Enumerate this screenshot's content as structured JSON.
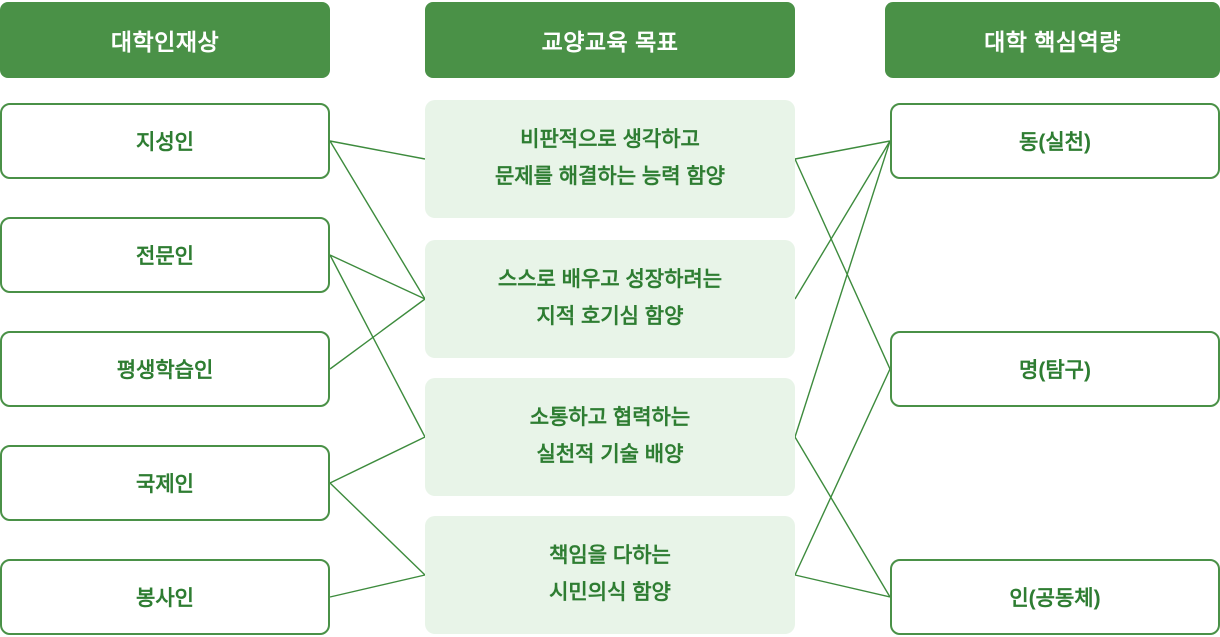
{
  "diagram": {
    "columns": {
      "left": {
        "header": "대학인재상",
        "items": [
          {
            "id": "left-0",
            "label": "지성인"
          },
          {
            "id": "left-1",
            "label": "전문인"
          },
          {
            "id": "left-2",
            "label": "평생학습인"
          },
          {
            "id": "left-3",
            "label": "국제인"
          },
          {
            "id": "left-4",
            "label": "봉사인"
          }
        ]
      },
      "middle": {
        "header": "교양교육 목표",
        "items": [
          {
            "id": "mid-0",
            "label": "비판적으로 생각하고\n문제를 해결하는 능력 함양"
          },
          {
            "id": "mid-1",
            "label": "스스로 배우고 성장하려는\n지적 호기심 함양"
          },
          {
            "id": "mid-2",
            "label": "소통하고 협력하는\n실천적 기술 배양"
          },
          {
            "id": "mid-3",
            "label": "책임을 다하는\n시민의식 함양"
          }
        ]
      },
      "right": {
        "header": "대학 핵심역량",
        "items": [
          {
            "id": "right-0",
            "label": "동(실천)"
          },
          {
            "id": "right-1",
            "label": "명(탐구)"
          },
          {
            "id": "right-2",
            "label": "인(공동체)"
          }
        ]
      }
    },
    "connections": [
      [
        "left-0",
        "mid-0"
      ],
      [
        "left-0",
        "mid-1"
      ],
      [
        "left-1",
        "mid-1"
      ],
      [
        "left-1",
        "mid-2"
      ],
      [
        "left-2",
        "mid-1"
      ],
      [
        "left-3",
        "mid-2"
      ],
      [
        "left-3",
        "mid-3"
      ],
      [
        "left-4",
        "mid-3"
      ],
      [
        "mid-0",
        "right-0"
      ],
      [
        "mid-0",
        "right-1"
      ],
      [
        "mid-1",
        "right-0"
      ],
      [
        "mid-2",
        "right-0"
      ],
      [
        "mid-2",
        "right-2"
      ],
      [
        "mid-3",
        "right-1"
      ],
      [
        "mid-3",
        "right-2"
      ]
    ],
    "colors": {
      "header_bg": "#4a9147",
      "box_border": "#4a9147",
      "text": "#2e7d32",
      "box_fill": "#e8f4e8",
      "line": "#3d8b3d"
    }
  }
}
